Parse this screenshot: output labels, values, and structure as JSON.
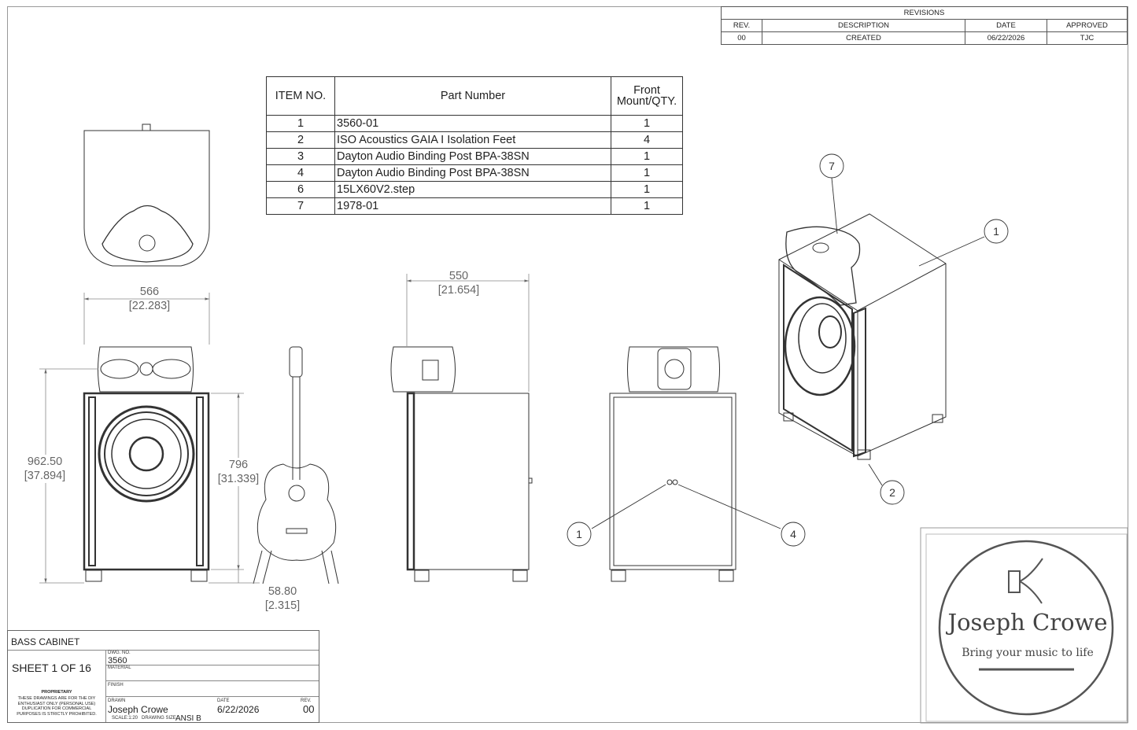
{
  "revisions": {
    "title": "REVISIONS",
    "headers": [
      "REV.",
      "DESCRIPTION",
      "DATE",
      "APPROVED"
    ],
    "rows": [
      [
        "00",
        "CREATED",
        "06/22/2026",
        "TJC"
      ]
    ]
  },
  "bom": {
    "headers": [
      "ITEM NO.",
      "Part Number",
      "Front Mount/QTY."
    ],
    "rows": [
      [
        "1",
        "3560-01",
        "1"
      ],
      [
        "2",
        "ISO Acoustics GAIA I Isolation Feet",
        "4"
      ],
      [
        "3",
        "Dayton Audio Binding Post BPA-38SN",
        "1"
      ],
      [
        "4",
        "Dayton Audio Binding Post BPA-38SN",
        "1"
      ],
      [
        "6",
        "15LX60V2.step",
        "1"
      ],
      [
        "7",
        "1978-01",
        "1"
      ]
    ]
  },
  "dimensions": {
    "width_mm": "566",
    "width_in": "[22.283]",
    "height_mm": "962.50",
    "height_in": "[37.894]",
    "body_mm": "796",
    "body_in": "[31.339]",
    "foot_mm": "58.80",
    "foot_in": "[2.315]",
    "depth_mm": "550",
    "depth_in": "[21.654]"
  },
  "balloons": {
    "back_left": "1",
    "back_right": "4",
    "iso_top": "7",
    "iso_side": "1",
    "iso_foot": "2"
  },
  "title_block": {
    "title": "BASS CABINET",
    "sheet": "SHEET 1 OF 16",
    "proprietary_heading": "PROPRIETARY",
    "proprietary_text": "THESE DRAWINGS ARE FOR THE DIY ENTHUSIAST ONLY (PERSONAL USE) DUPLICATION FOR COMMERCIAL PURPOSES IS STRICTLY PROHIBITED.",
    "dwg_no_label": "DWG. NO.",
    "dwg_no": "3560",
    "material_label": "MATERIAL",
    "finish_label": "FINISH",
    "drawn_label": "DRAWN",
    "drawn": "Joseph Crowe",
    "date_label": "DATE",
    "date": "6/22/2026",
    "rev_label": "REV.",
    "rev": "00",
    "scale": "SCALE:1:20",
    "drawing_size_label": "DRAWING SIZE",
    "drawing_size": "ANSI B"
  },
  "logo": {
    "name": "Joseph Crowe",
    "tagline": "Bring your music to life"
  }
}
